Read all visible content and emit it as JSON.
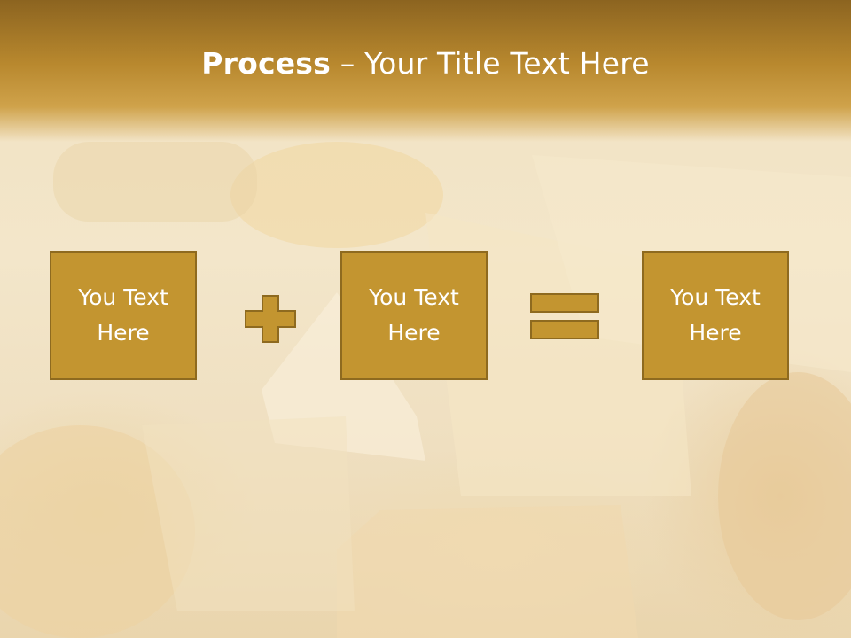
{
  "slide": {
    "title_bold": "Process",
    "title_dash": " – ",
    "title_rest": "Your Title Text Here"
  },
  "boxes": [
    {
      "label": "You Text\nHere"
    },
    {
      "label": "You Text\nHere"
    },
    {
      "label": "You Text\nHere"
    }
  ],
  "colors": {
    "box_fill": "#c39530",
    "box_border": "#8e6a1f",
    "header": "#b8882e",
    "text": "#ffffff"
  },
  "icons": {
    "operator_1": "plus-icon",
    "operator_2": "equals-icon"
  }
}
